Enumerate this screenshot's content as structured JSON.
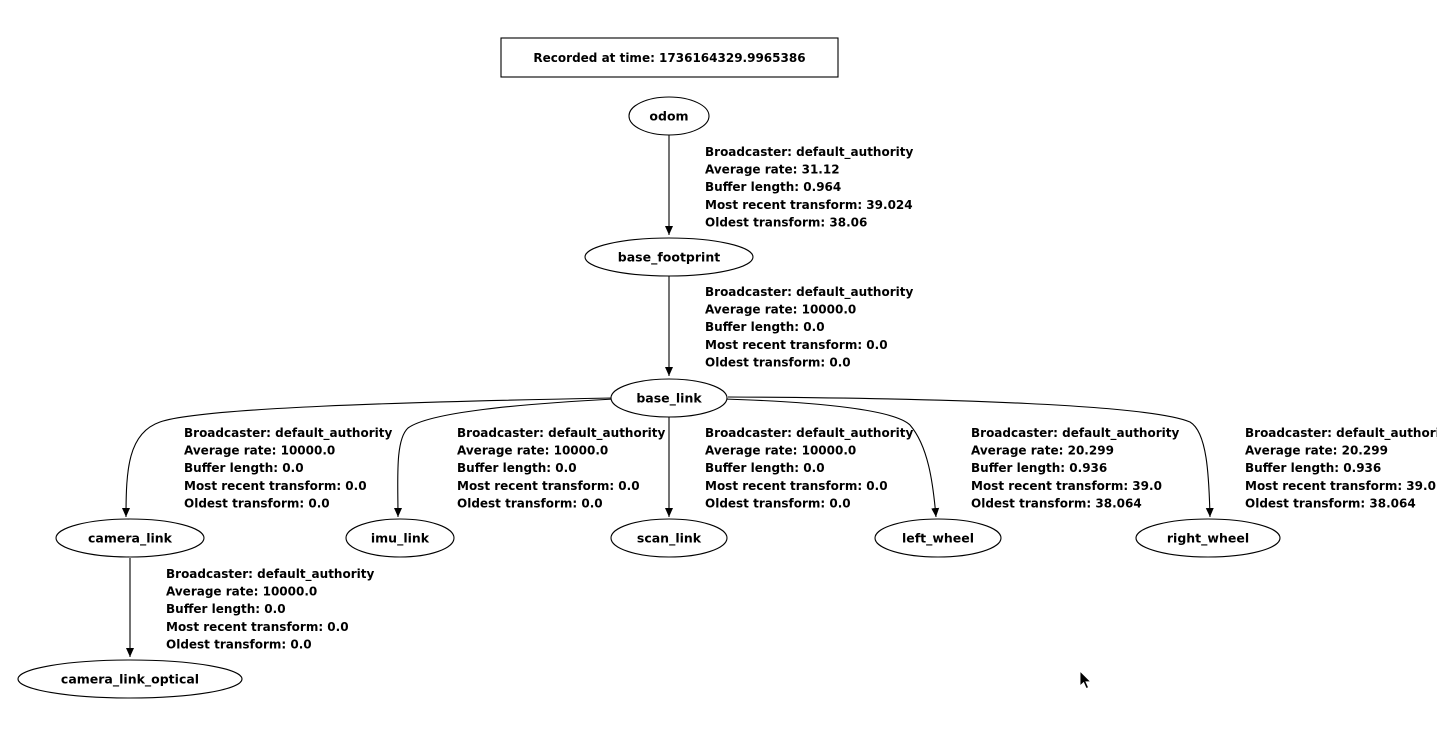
{
  "title": "Recorded at time: 1736164329.9965386",
  "nodes": [
    {
      "id": "odom",
      "label": "odom"
    },
    {
      "id": "base_footprint",
      "label": "base_footprint"
    },
    {
      "id": "base_link",
      "label": "base_link"
    },
    {
      "id": "camera_link",
      "label": "camera_link"
    },
    {
      "id": "imu_link",
      "label": "imu_link"
    },
    {
      "id": "scan_link",
      "label": "scan_link"
    },
    {
      "id": "left_wheel",
      "label": "left_wheel"
    },
    {
      "id": "right_wheel",
      "label": "right_wheel"
    },
    {
      "id": "camera_link_optical",
      "label": "camera_link_optical"
    }
  ],
  "edges": [
    {
      "from": "odom",
      "to": "base_footprint",
      "label": [
        "Broadcaster: default_authority",
        "Average rate: 31.12",
        "Buffer length: 0.964",
        "Most recent transform: 39.024",
        "Oldest transform: 38.06"
      ]
    },
    {
      "from": "base_footprint",
      "to": "base_link",
      "label": [
        "Broadcaster: default_authority",
        "Average rate: 10000.0",
        "Buffer length: 0.0",
        "Most recent transform: 0.0",
        "Oldest transform: 0.0"
      ]
    },
    {
      "from": "base_link",
      "to": "camera_link",
      "label": [
        "Broadcaster: default_authority",
        "Average rate: 10000.0",
        "Buffer length: 0.0",
        "Most recent transform: 0.0",
        "Oldest transform: 0.0"
      ]
    },
    {
      "from": "base_link",
      "to": "imu_link",
      "label": [
        "Broadcaster: default_authority",
        "Average rate: 10000.0",
        "Buffer length: 0.0",
        "Most recent transform: 0.0",
        "Oldest transform: 0.0"
      ]
    },
    {
      "from": "base_link",
      "to": "scan_link",
      "label": [
        "Broadcaster: default_authority",
        "Average rate: 10000.0",
        "Buffer length: 0.0",
        "Most recent transform: 0.0",
        "Oldest transform: 0.0"
      ]
    },
    {
      "from": "base_link",
      "to": "left_wheel",
      "label": [
        "Broadcaster: default_authority",
        "Average rate: 20.299",
        "Buffer length: 0.936",
        "Most recent transform: 39.0",
        "Oldest transform: 38.064"
      ]
    },
    {
      "from": "base_link",
      "to": "right_wheel",
      "label": [
        "Broadcaster: default_authority",
        "Average rate: 20.299",
        "Buffer length: 0.936",
        "Most recent transform: 39.0",
        "Oldest transform: 38.064"
      ]
    },
    {
      "from": "camera_link",
      "to": "camera_link_optical",
      "label": [
        "Broadcaster: default_authority",
        "Average rate: 10000.0",
        "Buffer length: 0.0",
        "Most recent transform: 0.0",
        "Oldest transform: 0.0"
      ]
    }
  ],
  "cursor_icon": "mouse-pointer-icon"
}
